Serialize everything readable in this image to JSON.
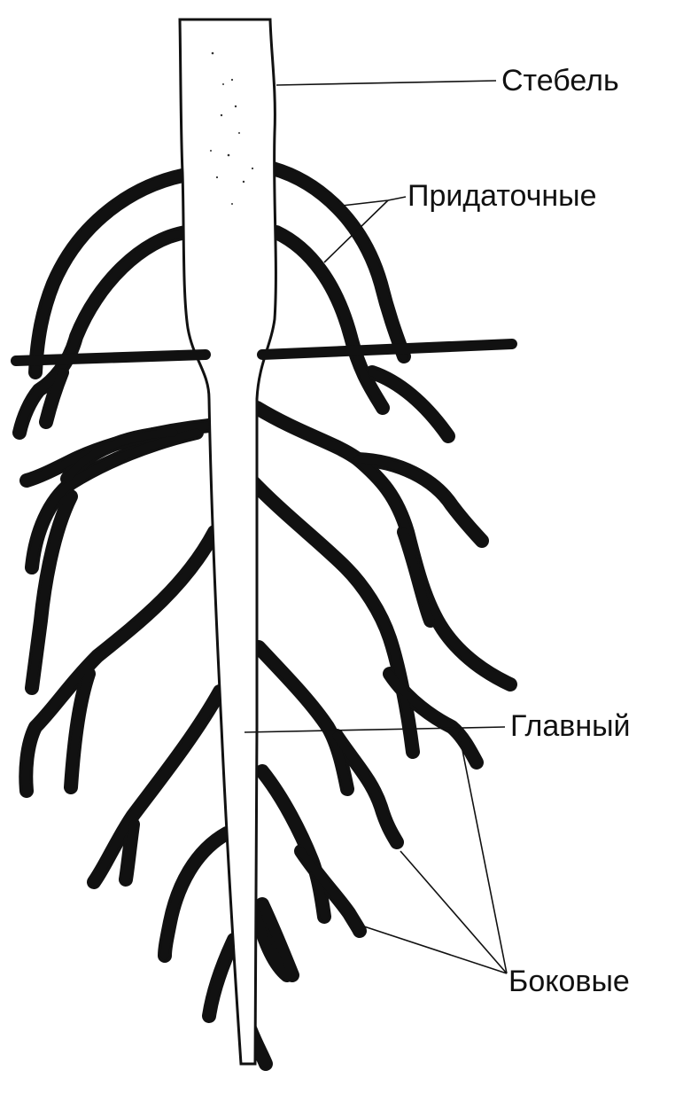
{
  "diagram": {
    "labels": {
      "stem": "Стебель",
      "adventitious": "Придаточные",
      "main": "Главный",
      "lateral": "Боковые"
    },
    "colors": {
      "ink": "#111111",
      "background": "#ffffff"
    }
  }
}
